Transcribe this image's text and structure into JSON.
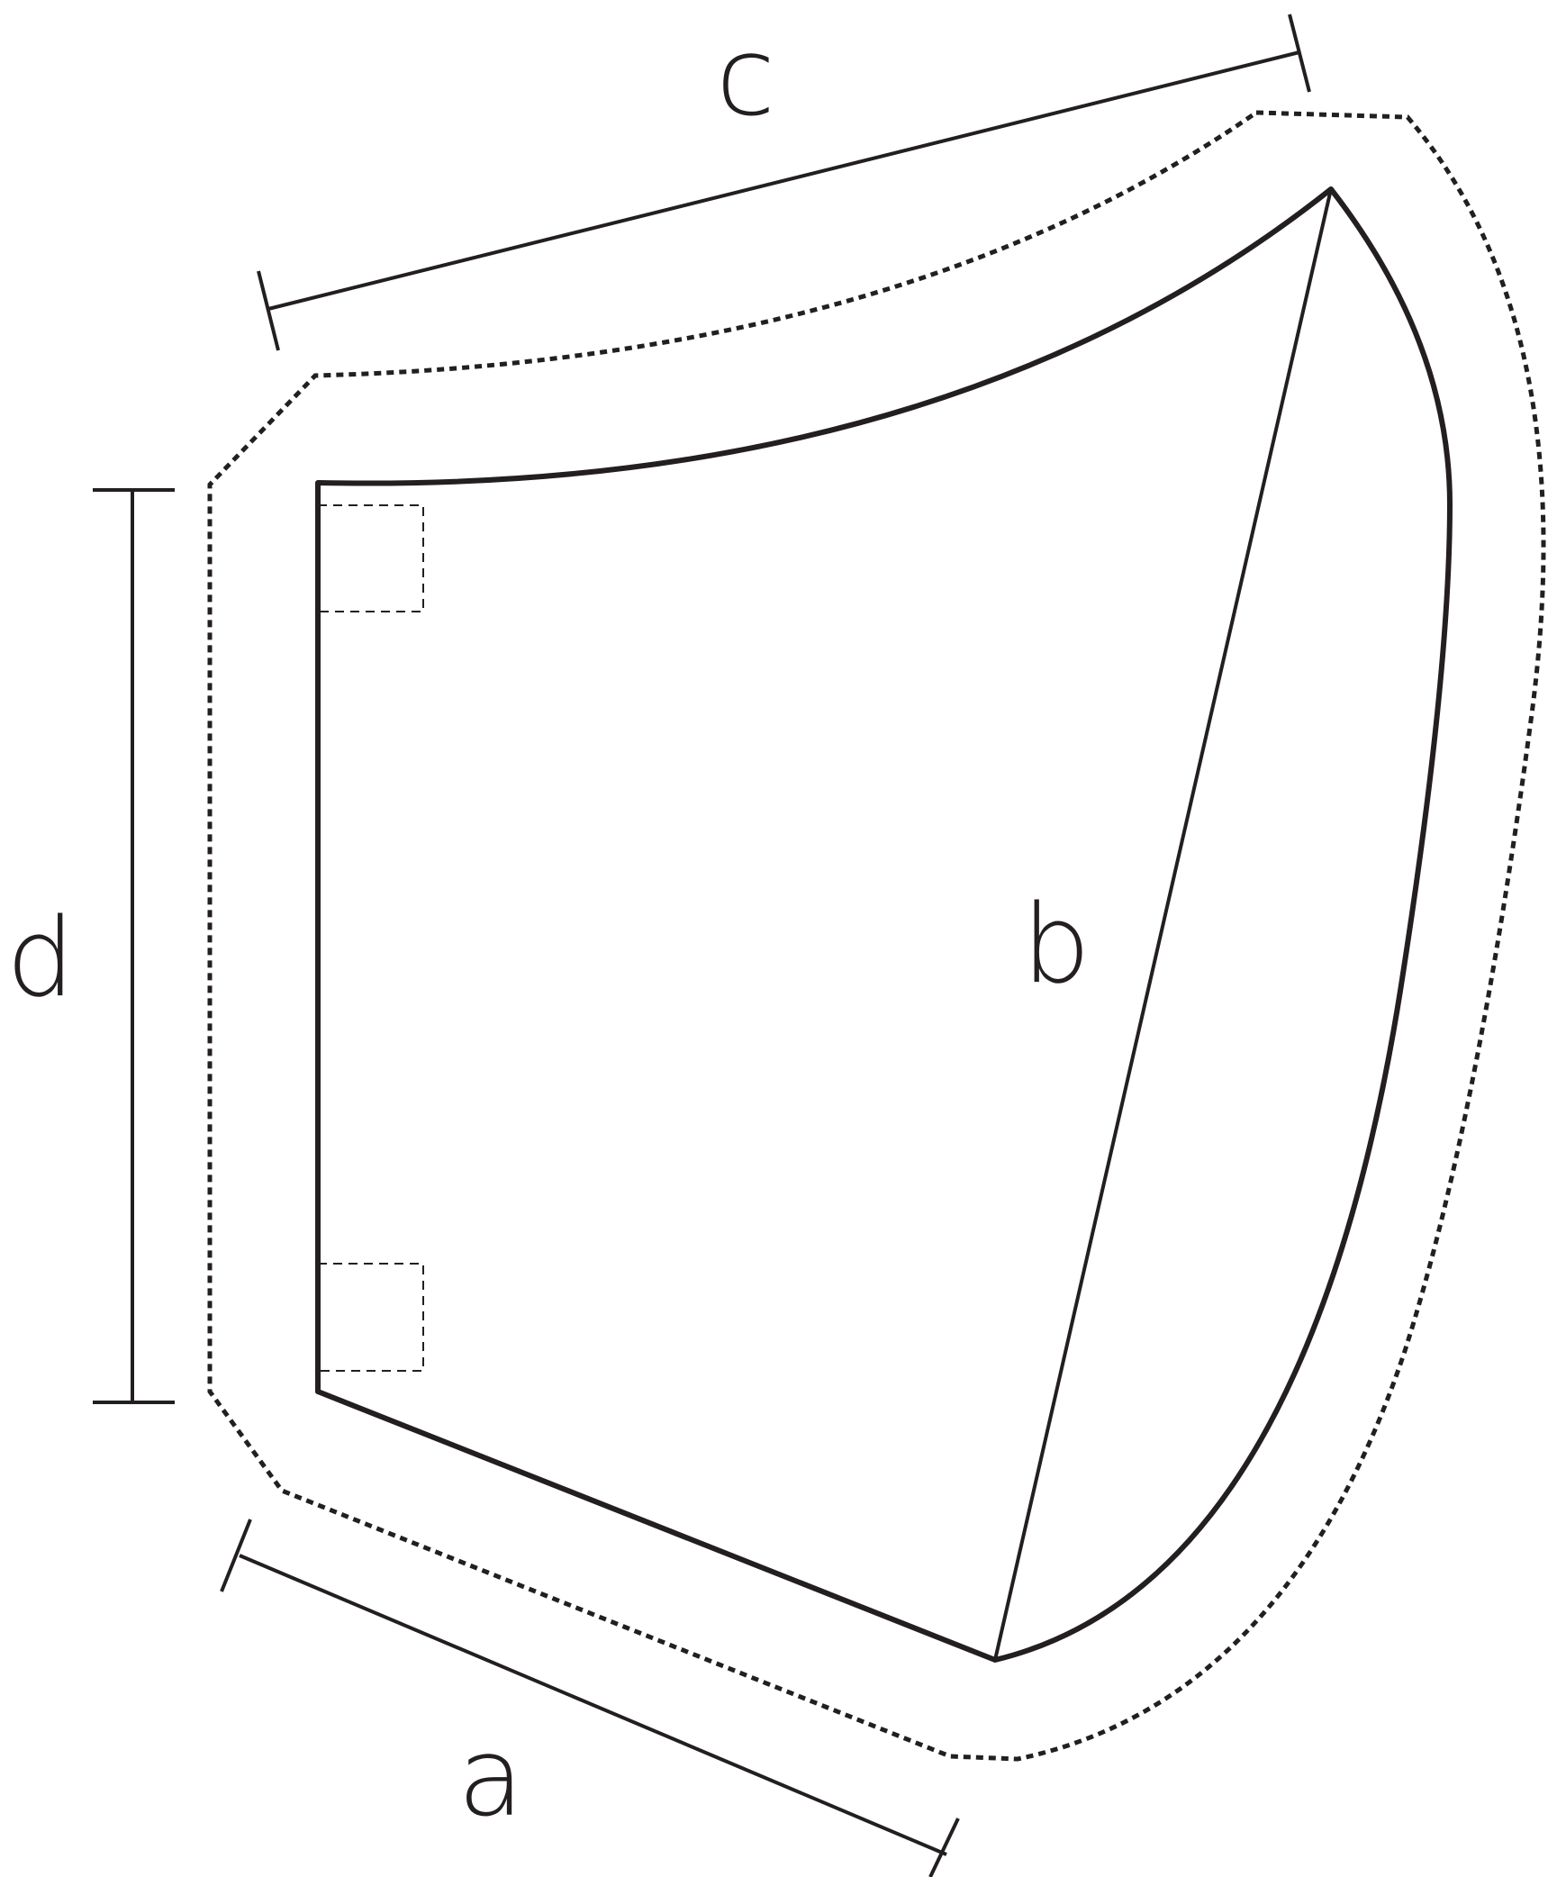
{
  "labels": {
    "a": "a",
    "b": "b",
    "c": "c",
    "d": "d"
  },
  "colors": {
    "stroke": "#231f20",
    "background": "#ffffff"
  }
}
